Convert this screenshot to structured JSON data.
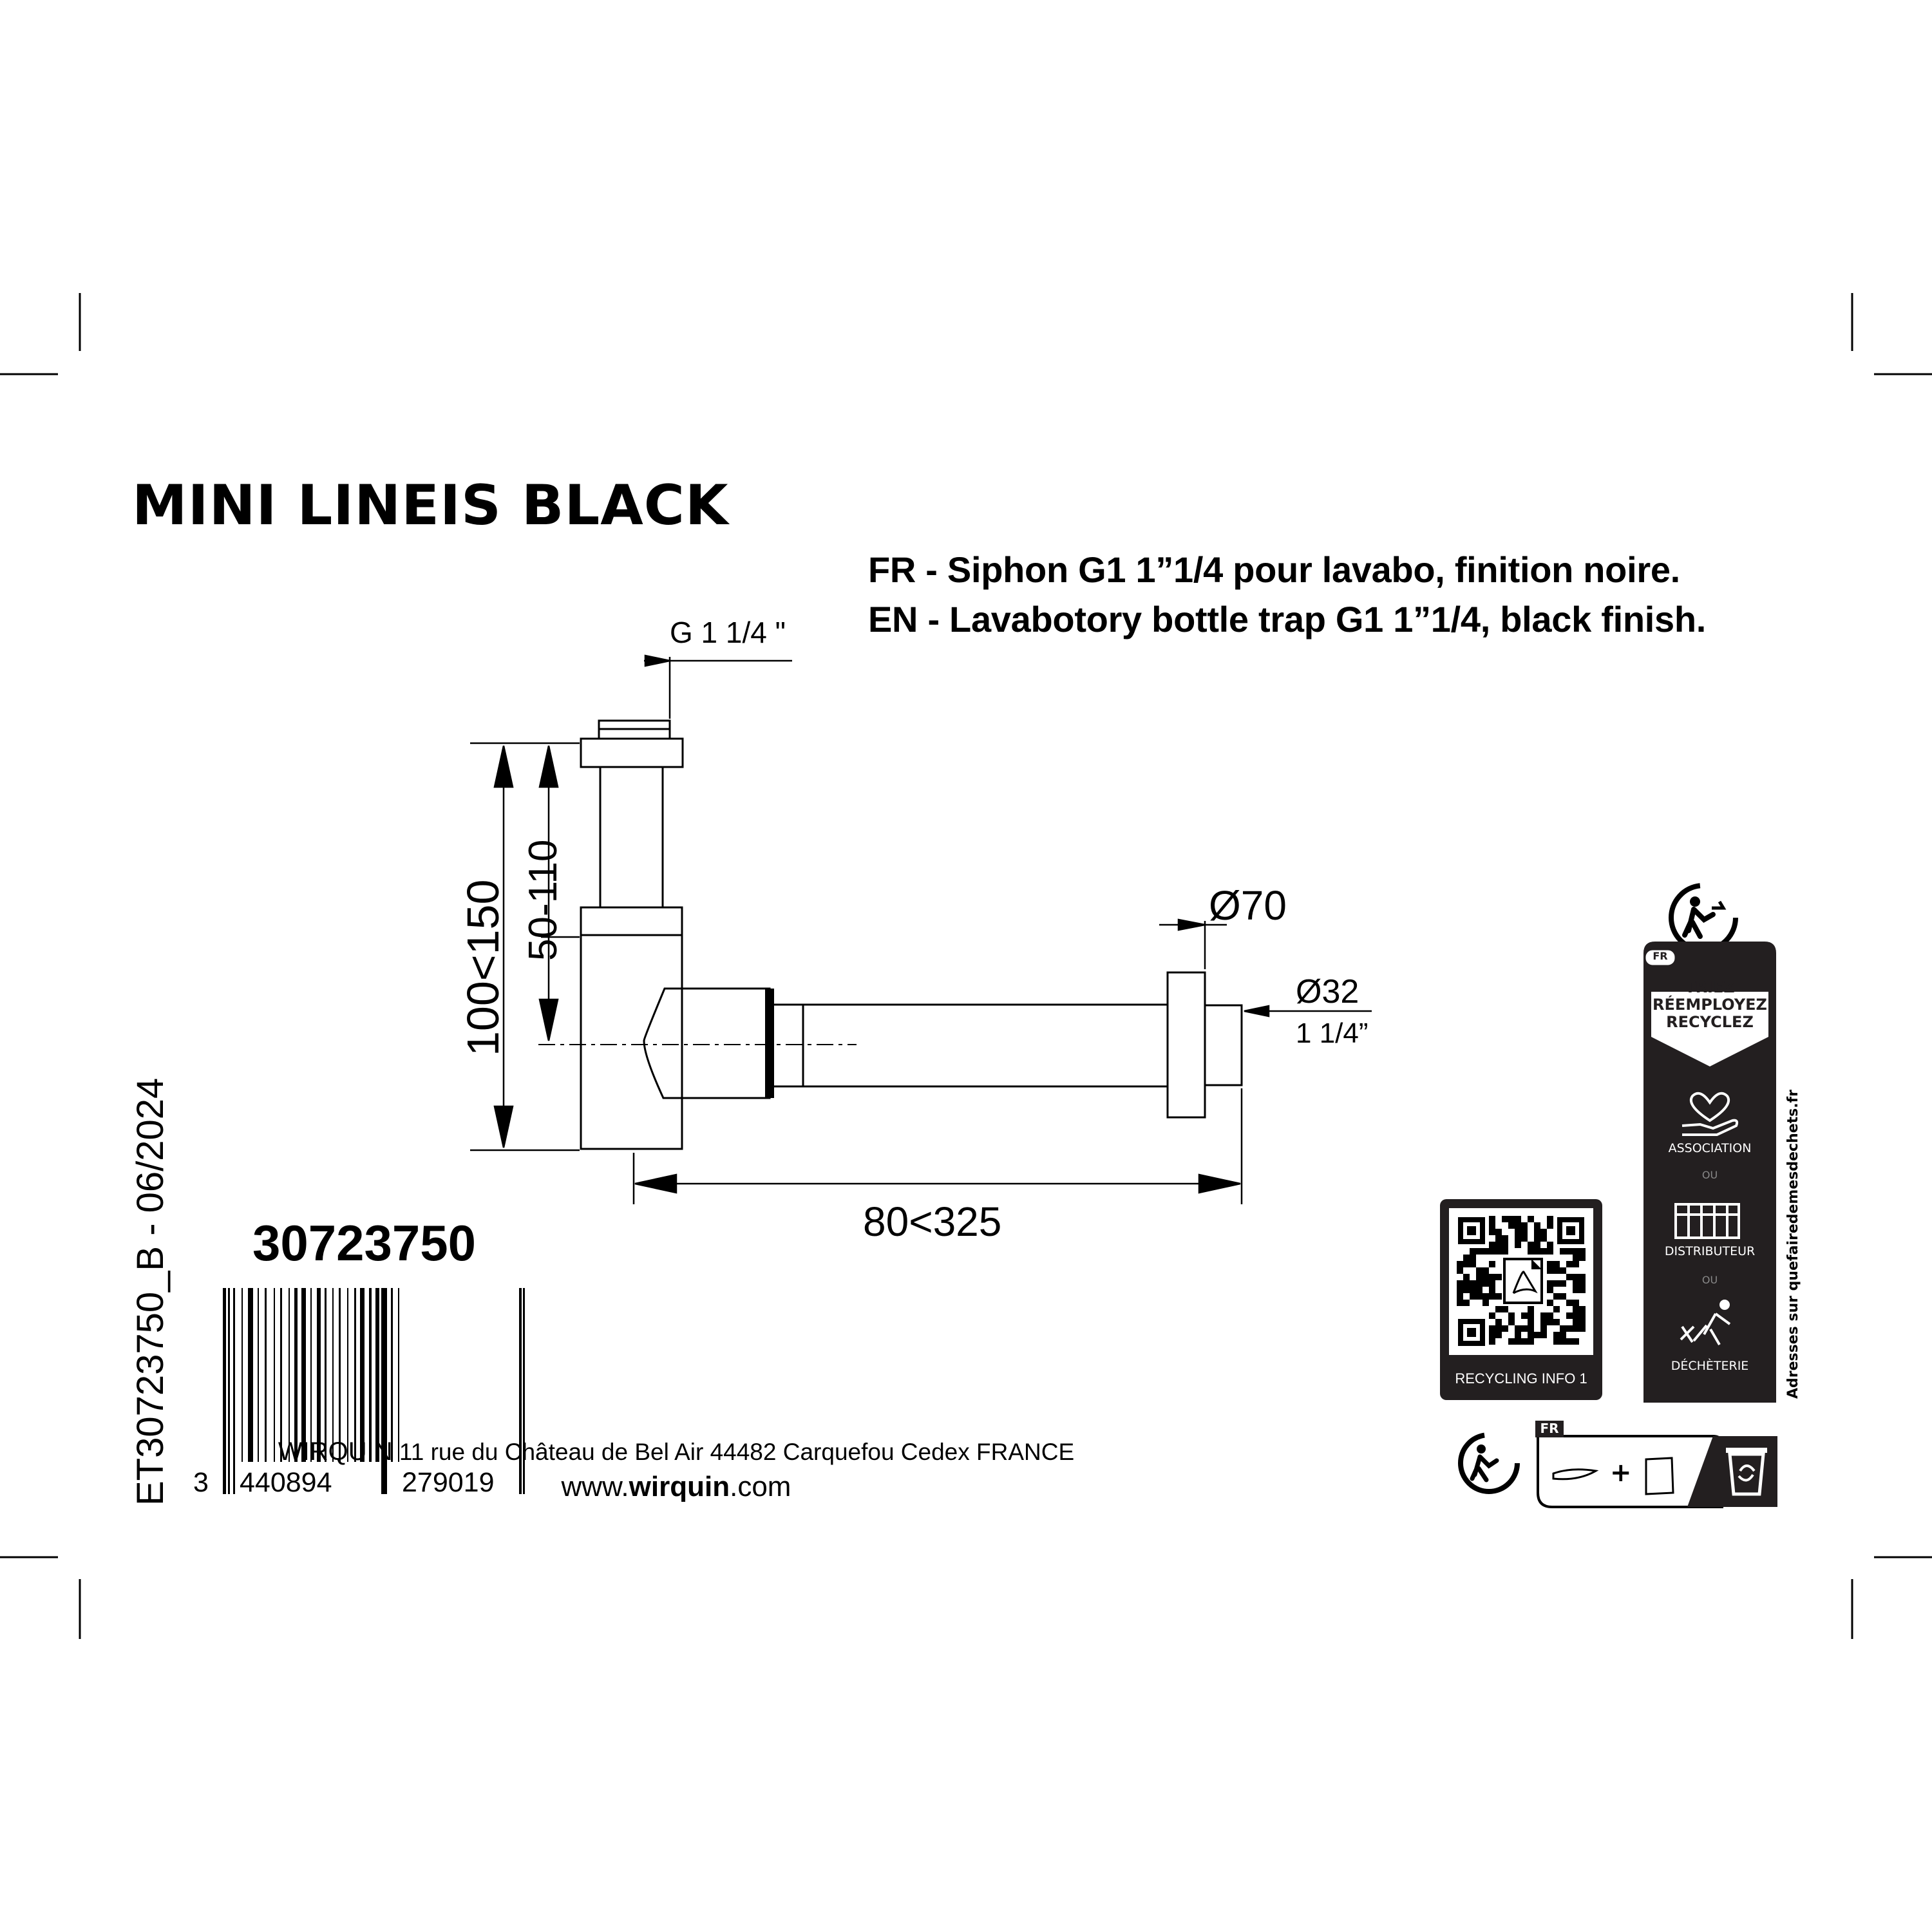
{
  "product": {
    "title": "MINI LINEIS BLACK",
    "desc_fr": "FR - Siphon G1 1”1/4 pour lavabo, finition noire.",
    "desc_en": "EN - Lavabotory bottle trap G1 1”1/4, black finish."
  },
  "drawing": {
    "thread_label": "G 1 1/4 \"",
    "height_total": "100<150",
    "height_adjust": "50-110",
    "diameter_flange": "Ø70",
    "diameter_outlet": "Ø32",
    "outlet_thread": "1 1/4”",
    "length": "80<325"
  },
  "label_ref": "ET30723750_B - 06/2024",
  "article_code": "30723750",
  "barcode": {
    "digit_first": "3",
    "group_left": "440894",
    "group_right": "279019"
  },
  "company": {
    "name": "WIRQUIN",
    "address": "11 rue du Château de Bel Air 44482 Carquefou Cedex FRANCE",
    "website_prefix": "www.",
    "website_brand": "wirquin",
    "website_suffix": ".com"
  },
  "recycling": {
    "country": "FR",
    "heading_1": "TRIEZ",
    "heading_2": "RÉEMPLOYEZ",
    "heading_3": "RECYCLEZ",
    "option_1": "ASSOCIATION",
    "separator": "OU",
    "option_2": "DISTRIBUTEUR",
    "option_3": "DÉCHÈTERIE",
    "side_note": "Adresses sur quefairedemesdechets.fr",
    "qr_caption": "RECYCLING INFO 1",
    "bottom_country": "FR"
  },
  "icons": [
    "triman-icon",
    "heart-hand-icon",
    "shop-icon",
    "waste-drop-icon",
    "pdf-icon",
    "recycling-bin-icon"
  ]
}
